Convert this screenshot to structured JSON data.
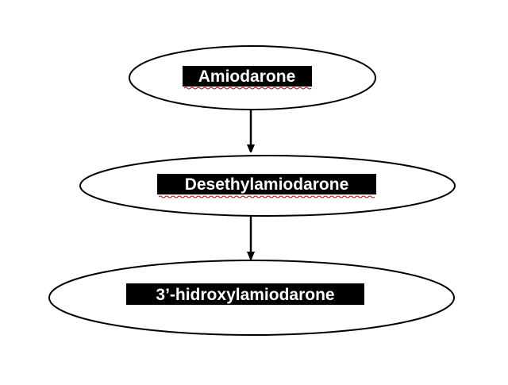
{
  "diagram": {
    "nodes": [
      {
        "id": "amiodarone",
        "label": "Amiodarone",
        "spellcheck_underline": true
      },
      {
        "id": "desethylamiodarone",
        "label": "Desethylamiodarone",
        "spellcheck_underline": true
      },
      {
        "id": "hidroxylamiodarone",
        "label": "3’-hidroxylamiodarone",
        "spellcheck_underline": false
      }
    ],
    "edges": [
      {
        "from": "amiodarone",
        "to": "desethylamiodarone"
      },
      {
        "from": "desethylamiodarone",
        "to": "hidroxylamiodarone"
      }
    ],
    "colors": {
      "background": "#ffffff",
      "ellipse_stroke": "#000000",
      "label_background": "#000000",
      "label_text": "#ffffff",
      "arrow": "#000000",
      "spellcheck": "#c00000"
    }
  }
}
